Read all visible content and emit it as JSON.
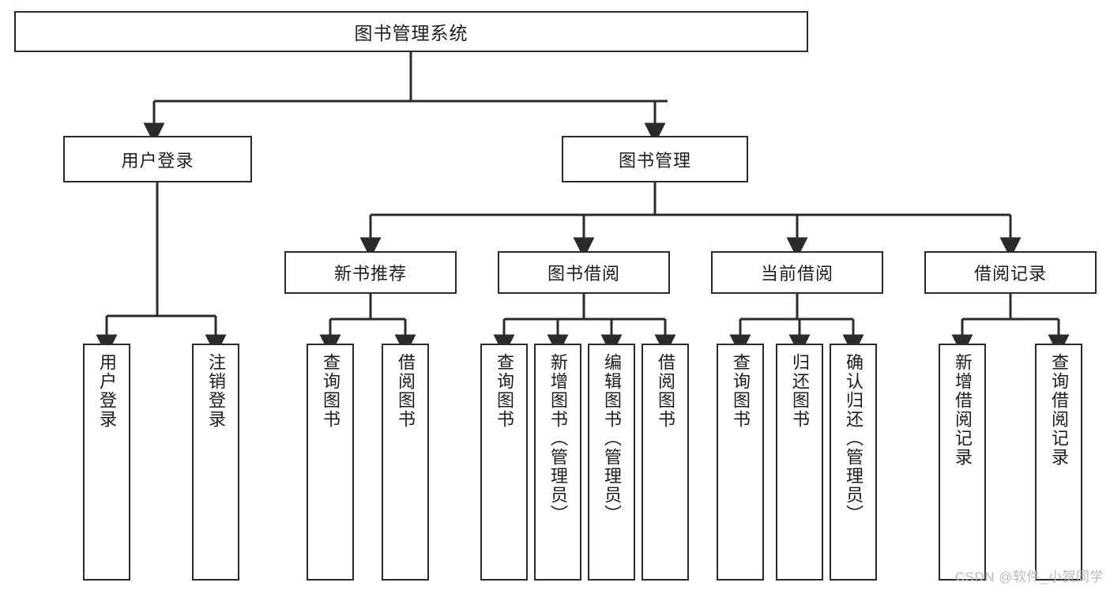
{
  "diagram": {
    "type": "tree-hierarchy-functional-decomposition",
    "title": "图书管理系统",
    "watermark": "CSDN @软件_小贺同学",
    "colors": {
      "box_border": "#2b2b2b",
      "box_fill": "#ffffff",
      "connector": "#2b2b2b",
      "text": "#1c1c1c",
      "watermark": "#b9b9b9"
    },
    "levels": {
      "level1": [
        {
          "label": "图书管理系统"
        }
      ],
      "level2": [
        {
          "label": "用户登录"
        },
        {
          "label": "图书管理"
        }
      ],
      "level3": [
        {
          "label": "新书推荐"
        },
        {
          "label": "图书借阅"
        },
        {
          "label": "当前借阅"
        },
        {
          "label": "借阅记录"
        }
      ],
      "leaves": [
        {
          "label": "用户登录",
          "parent": "用户登录"
        },
        {
          "label": "注销登录",
          "parent": "用户登录"
        },
        {
          "label": "查询图书",
          "parent": "新书推荐"
        },
        {
          "label": "借阅图书",
          "parent": "新书推荐"
        },
        {
          "label": "查询图书",
          "parent": "图书借阅"
        },
        {
          "label": "新增图书（管理员）",
          "parent": "图书借阅"
        },
        {
          "label": "编辑图书（管理员）",
          "parent": "图书借阅"
        },
        {
          "label": "借阅图书",
          "parent": "图书借阅"
        },
        {
          "label": "查询图书",
          "parent": "当前借阅"
        },
        {
          "label": "归还图书",
          "parent": "当前借阅"
        },
        {
          "label": "确认归还（管理员）",
          "parent": "当前借阅"
        },
        {
          "label": "新增借阅记录",
          "parent": "借阅记录"
        },
        {
          "label": "查询借阅记录",
          "parent": "借阅记录"
        }
      ]
    }
  }
}
